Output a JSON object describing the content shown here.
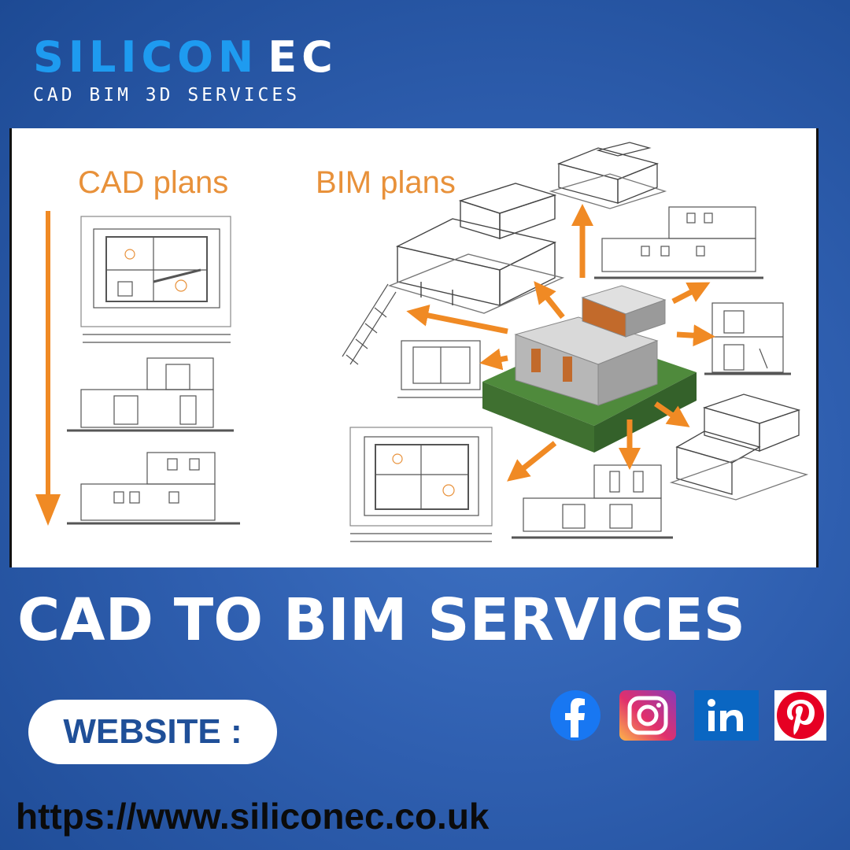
{
  "brand": {
    "name_part1": "SILICON",
    "name_part2": "EC",
    "tagline": "CAD BIM 3D SERVICES"
  },
  "illustration": {
    "cad_label": "CAD plans",
    "bim_label": "BIM plans"
  },
  "headline": "CAD TO BIM SERVICES",
  "website": {
    "label": "WEBSITE :",
    "url": "https://www.siliconec.co.uk"
  },
  "social": [
    {
      "name": "facebook",
      "icon": "facebook-icon",
      "color": "#1877f2"
    },
    {
      "name": "instagram",
      "icon": "instagram-icon",
      "color": "#e1306c"
    },
    {
      "name": "linkedin",
      "icon": "linkedin-icon",
      "color": "#0a66c2"
    },
    {
      "name": "pinterest",
      "icon": "pinterest-icon",
      "color": "#e60023"
    }
  ],
  "colors": {
    "background": "#2f5fb0",
    "logo_blue": "#1e9bf0",
    "arrow_orange": "#f08a24",
    "label_orange": "#e8913a",
    "website_text": "#1f4f98"
  }
}
